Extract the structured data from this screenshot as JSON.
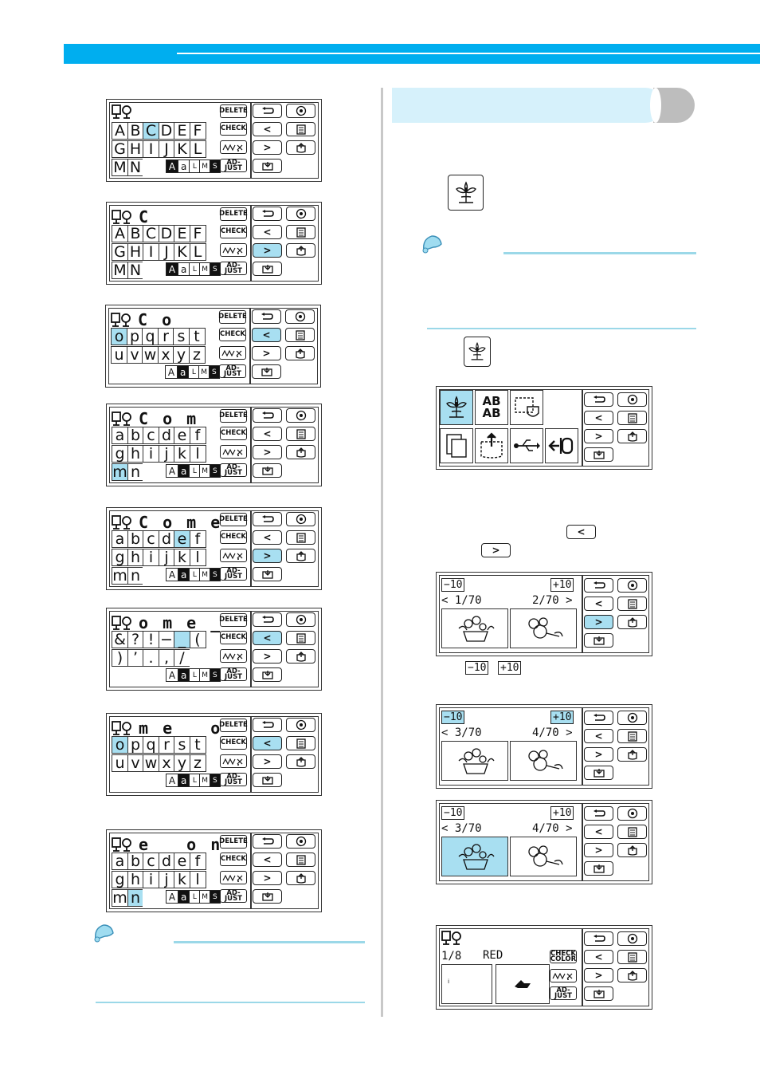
{
  "colors": {
    "accent": "#00aeef",
    "highlight": "#a8dff1",
    "section": "#d6f1fb"
  },
  "icons": {
    "machine": "machine-icon",
    "back": "return-arrow-icon",
    "embroidery": "embroidery-foot-icon",
    "sheet": "sheet-icon",
    "memory": "memory-pocket-icon",
    "home": "home-icon",
    "flower": "flower-icon"
  },
  "labels": {
    "delete": "DELETE",
    "check": "CHECK",
    "adjust": "AD-\nJUST",
    "check_color": "CHECK\nCOLOR",
    "prev": "<",
    "next": ">",
    "minus10": "−10",
    "plus10": "+10",
    "big_case": "A",
    "small_case": "a",
    "l": "L",
    "m": "M",
    "s": "S",
    "ab": "AB\nAB"
  },
  "screens": [
    {
      "header": "",
      "rows": [
        [
          "A",
          "B",
          "C",
          "D",
          "E",
          "F"
        ],
        [
          "G",
          "H",
          "I",
          "J",
          "K",
          "L"
        ],
        [
          "M",
          "N",
          "",
          "",
          "",
          ""
        ]
      ],
      "hl": [
        [
          0,
          2
        ]
      ],
      "case": "big",
      "nav": "none"
    },
    {
      "header": "C",
      "rows": [
        [
          "A",
          "B",
          "C",
          "D",
          "E",
          "F"
        ],
        [
          "G",
          "H",
          "I",
          "J",
          "K",
          "L"
        ],
        [
          "M",
          "N",
          "",
          "",
          "",
          ""
        ]
      ],
      "hl": [],
      "case": "big",
      "nav": "next"
    },
    {
      "header": "C o",
      "rows": [
        [
          "o",
          "p",
          "q",
          "r",
          "s",
          "t"
        ],
        [
          "u",
          "v",
          "w",
          "x",
          "y",
          "z"
        ],
        [
          "",
          "",
          "",
          "",
          "",
          ""
        ]
      ],
      "hl": [
        [
          0,
          0
        ]
      ],
      "case": "small",
      "nav": "prev"
    },
    {
      "header": "C o m",
      "rows": [
        [
          "a",
          "b",
          "c",
          "d",
          "e",
          "f"
        ],
        [
          "g",
          "h",
          "i",
          "j",
          "k",
          "l"
        ],
        [
          "m",
          "n",
          "",
          "",
          "",
          ""
        ]
      ],
      "hl": [
        [
          2,
          0
        ]
      ],
      "case": "small",
      "nav": "none"
    },
    {
      "header": "C o m e",
      "rows": [
        [
          "a",
          "b",
          "c",
          "d",
          "e",
          "f"
        ],
        [
          "g",
          "h",
          "i",
          "j",
          "k",
          "l"
        ],
        [
          "m",
          "n",
          "",
          "",
          "",
          ""
        ]
      ],
      "hl": [
        [
          0,
          4
        ]
      ],
      "case": "small",
      "nav": "next"
    },
    {
      "header": "o m e _",
      "rows": [
        [
          "&",
          "?",
          "!",
          "−",
          "_",
          "("
        ],
        [
          ")",
          "’",
          ".",
          ",",
          "/",
          ""
        ],
        [
          "",
          "",
          "",
          "",
          "",
          ""
        ]
      ],
      "hl": [
        [
          0,
          4
        ]
      ],
      "case": "small",
      "nav": "prev"
    },
    {
      "header": "m e _ o",
      "rows": [
        [
          "o",
          "p",
          "q",
          "r",
          "s",
          "t"
        ],
        [
          "u",
          "v",
          "w",
          "x",
          "y",
          "z"
        ],
        [
          "",
          "",
          "",
          "",
          "",
          ""
        ]
      ],
      "hl": [
        [
          0,
          0
        ]
      ],
      "case": "small",
      "nav": "prev"
    },
    {
      "header": "e _ o n",
      "rows": [
        [
          "a",
          "b",
          "c",
          "d",
          "e",
          "f"
        ],
        [
          "g",
          "h",
          "i",
          "j",
          "k",
          "l"
        ],
        [
          "m",
          "n",
          "",
          "",
          "",
          ""
        ]
      ],
      "hl": [
        [
          2,
          1
        ]
      ],
      "case": "small",
      "nav": "none"
    }
  ],
  "pattern_screens": [
    {
      "left": "< 1/70",
      "right": "2/70 >",
      "hl_minus": false,
      "hl_plus": false,
      "hl_pattern": false,
      "nav": "next"
    },
    {
      "left": "< 3/70",
      "right": "4/70 >",
      "hl_minus": true,
      "hl_plus": true,
      "hl_pattern": false,
      "nav": "none"
    },
    {
      "left": "< 3/70",
      "right": "4/70 >",
      "hl_minus": false,
      "hl_plus": false,
      "hl_pattern": true,
      "nav": "none"
    }
  ],
  "color_screen": {
    "count": "1/8",
    "color": "RED"
  }
}
